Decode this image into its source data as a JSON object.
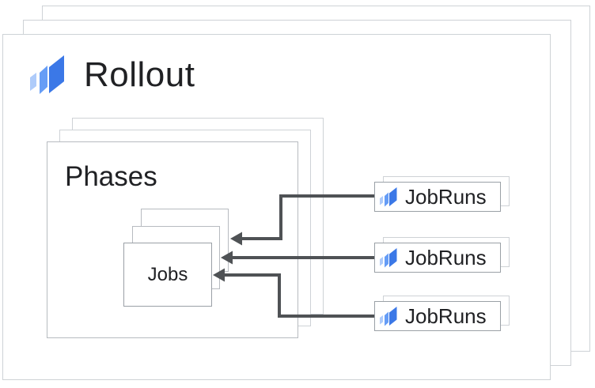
{
  "diagram": {
    "title": {
      "label": "Rollout",
      "icon": "cloud-deploy-icon"
    },
    "phases": {
      "label": "Phases",
      "stack_count": 3
    },
    "jobs": {
      "label": "Jobs",
      "stack_count": 3
    },
    "jobruns": {
      "stack_count_each": 2,
      "items": [
        {
          "label": "JobRuns",
          "icon": "cloud-deploy-icon"
        },
        {
          "label": "JobRuns",
          "icon": "cloud-deploy-icon"
        },
        {
          "label": "JobRuns",
          "icon": "cloud-deploy-icon"
        }
      ]
    },
    "connections": [
      {
        "from": "jobruns-1",
        "to": "jobs"
      },
      {
        "from": "jobruns-2",
        "to": "jobs"
      },
      {
        "from": "jobruns-3",
        "to": "jobs"
      }
    ],
    "colors": {
      "background": "#ffffff",
      "text": "#202124",
      "arrow": "#4f5255",
      "border_light": "#ced2d6",
      "border_soft": "#b7bbc0",
      "border_strong": "#9aa0a6",
      "icon_blue_dark": "#3b78e7",
      "icon_blue_medium": "#669df6",
      "icon_blue_light": "#aecbfa"
    }
  }
}
